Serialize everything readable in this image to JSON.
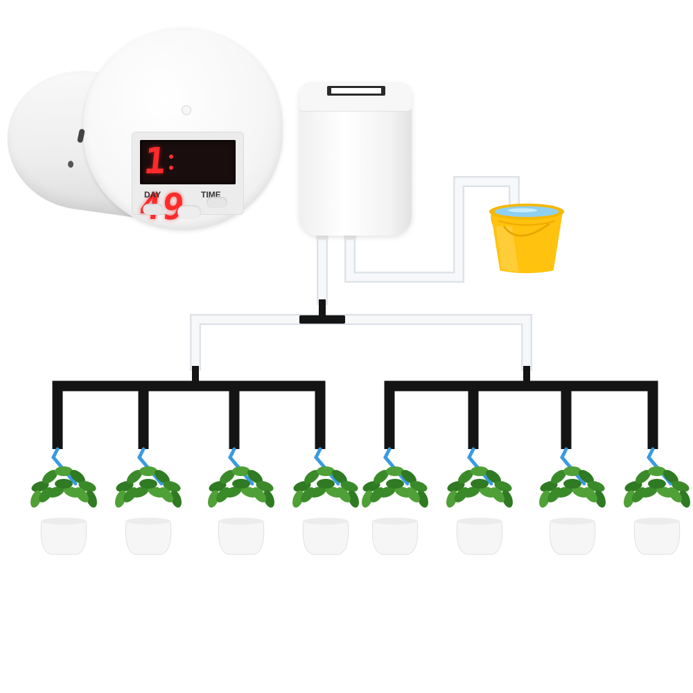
{
  "timer": {
    "display_digits": "1 49",
    "day_label": "DAY",
    "time_label": "TIME"
  },
  "colors": {
    "lcd_red": "#ff2a2a",
    "white_tube": "#f4f4f6",
    "black_tube": "#141414",
    "drip_blue": "#3a9be0",
    "bucket_yellow": "#ffc20e",
    "leaf_green": "#3a8a2a"
  },
  "components": {
    "plant_pots": 8,
    "drip_lines": 8
  }
}
